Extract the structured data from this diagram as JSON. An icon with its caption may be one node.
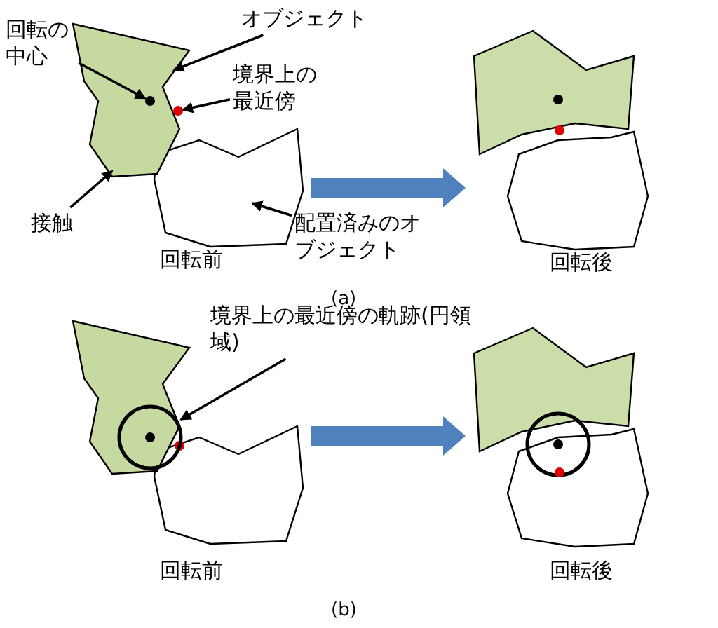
{
  "diagram": {
    "nodes": [
      {
        "text": [
          "回転の中心"
        ]
      },
      {
        "text": [],
        "shape": "circle",
        "in": 3
      },
      {
        "text": [
          "オブジェクト"
        ]
      },
      {
        "text": [],
        "shape": "polygon"
      },
      {
        "text": [
          "境界上の最近傍"
        ]
      },
      {
        "text": [],
        "shape": "circle"
      },
      {
        "text": [
          "接触"
        ]
      },
      {
        "text": [
          "配置済みのオブジェクト"
        ]
      },
      {
        "text": [],
        "shape": "polygon"
      },
      {
        "text": [
          "境界上の最近傍の軌跡(円領域)"
        ]
      },
      {
        "text": [],
        "shape": "circle",
        "in": 12
      },
      {
        "text": [],
        "shape": "picture"
      },
      {
        "text": [],
        "shape": "picture"
      },
      {
        "text": [],
        "shape": "picture"
      }
    ],
    "edges": [
      {
        "from": 0,
        "to": 1,
        "arrow": "to"
      },
      {
        "from": 2,
        "to": 3,
        "arrow": "to"
      },
      {
        "from": 4,
        "to": 5,
        "arrow": "to"
      },
      {
        "from": 6,
        "to": 3,
        "arrow": "to"
      },
      {
        "from": 7,
        "to": 8,
        "arrow": "to"
      },
      {
        "from": 9,
        "to": 10,
        "arrow": "to"
      },
      {
        "from": 8,
        "to": 11,
        "arrow": "to"
      },
      {
        "from": 12,
        "to": 13,
        "arrow": "to"
      }
    ],
    "labels": [
      "回転前",
      "回転後",
      "(a)",
      "回転前",
      "回転後",
      "(b)"
    ]
  }
}
